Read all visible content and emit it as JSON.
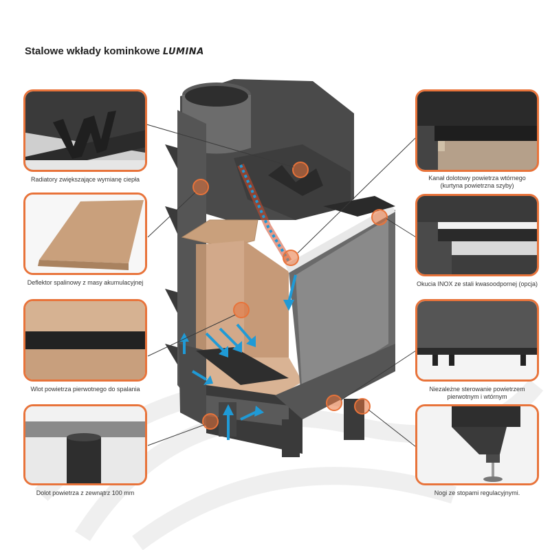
{
  "title": {
    "text": "Stalowe wkłady kominkowe",
    "brand": "LUMINA"
  },
  "colors": {
    "accent": "#e8733a",
    "steel": "#3b3b3b",
    "fireclay": "#c9a07c",
    "airflow": "#1f9ad6"
  },
  "callouts": [
    {
      "id": "radiators",
      "label": "Radiatory zwiększające wymianę ciepła"
    },
    {
      "id": "deflector",
      "label": "Deflektor spalinowy z masy akumulacyjnej"
    },
    {
      "id": "primary-air",
      "label": "Wlot powietrza pierwotnego do spalania"
    },
    {
      "id": "external-air",
      "label": "Dolot powietrza z zewnątrz 100 mm"
    },
    {
      "id": "secondary-air",
      "label_line1": "Kanał dolotowy powietrza wtórnego",
      "label_line2": "(kurtyna powietrzna szyby)"
    },
    {
      "id": "inox",
      "label": "Okucia INOX ze stali kwasoodpornej (opcja)"
    },
    {
      "id": "air-control",
      "label_line1": "Niezależne sterowanie powietrzem",
      "label_line2": "pierwotnym i wtórnym"
    },
    {
      "id": "legs",
      "label": "Nogi ze stopami regulacyjnymi."
    }
  ]
}
